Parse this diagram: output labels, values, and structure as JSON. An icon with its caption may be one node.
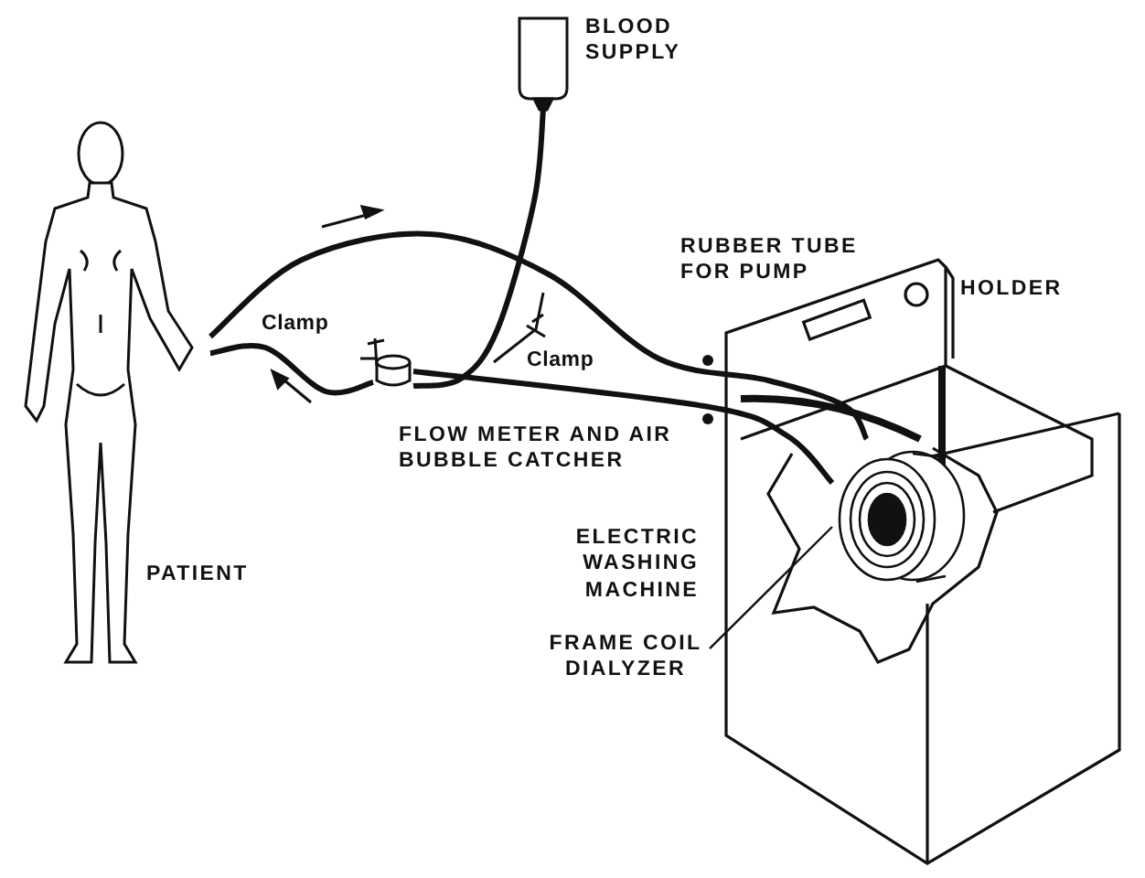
{
  "diagram": {
    "nodes": [
      {
        "text": [],
        "shape": "person",
        "beside": [
          "PATIENT"
        ]
      },
      {
        "text": [],
        "shape": "box",
        "beside": [
          "BLOOD SUPPLY"
        ]
      },
      {
        "text": [],
        "shape": "cylinder",
        "beside": [
          "FLOW METER AND AIR BUBBLE CATCHER"
        ]
      },
      {
        "text": [],
        "shape": "picture",
        "beside": [
          "ELECTRIC WASHING MACHINE"
        ]
      },
      {
        "text": [],
        "shape": "cylinder",
        "in": 3
      },
      {
        "text": [
          "FRAME COIL DIALYZER"
        ]
      }
    ],
    "edges": [
      {
        "from": 0,
        "to": 4,
        "arrow": "none"
      },
      {
        "from": 4,
        "to": 2,
        "arrow": "none"
      },
      {
        "from": 2,
        "to": 0,
        "arrow": "none"
      },
      {
        "from": 1,
        "to": 2,
        "arrow": "none"
      },
      {
        "from": 5,
        "to": 4,
        "arrow": "none"
      }
    ],
    "labels": [
      "Clamp",
      "Clamp",
      "RUBBER TUBE FOR PUMP",
      "HOLDER"
    ]
  }
}
